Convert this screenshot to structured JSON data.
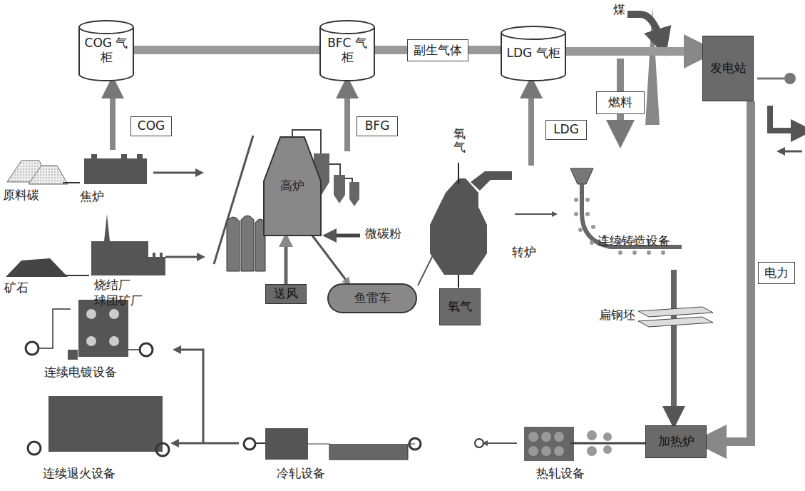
{
  "diagram": {
    "nodes": [
      {
        "text": [
          "COG 气柜"
        ]
      },
      {
        "text": [
          "BFC 气柜"
        ]
      },
      {
        "text": [
          "LDG 气柜"
        ]
      },
      {
        "text": [
          "发电站"
        ]
      },
      {
        "text": [
          "燃料"
        ]
      },
      {
        "text": [
          "COG"
        ]
      },
      {
        "text": [
          "BFG"
        ]
      },
      {
        "text": [
          "LDG"
        ]
      },
      {
        "text": [
          "高炉"
        ]
      },
      {
        "text": [
          "送风"
        ]
      },
      {
        "text": [
          "鱼雷车"
        ]
      },
      {
        "text": [
          "氧气"
        ]
      },
      {
        "text": [
          "加热炉"
        ]
      }
    ],
    "edges": [
      {
        "from": 0,
        "to": 1,
        "arrow": "none"
      },
      {
        "from": 1,
        "to": 2,
        "arrow": "none",
        "label": "副生气体"
      },
      {
        "from": 2,
        "to": 3,
        "arrow": "to"
      },
      {
        "from": 3,
        "to": 12,
        "arrow": "to",
        "label": "电力"
      },
      {
        "from": 9,
        "to": 8,
        "arrow": "to"
      },
      {
        "from": 8,
        "to": 10,
        "arrow": "to"
      }
    ],
    "labels": [
      "煤",
      "原料碳",
      "焦炉",
      "矿石",
      "烧结厂",
      "球团矿厂",
      "微碳粉",
      "氧气",
      "转炉",
      "连续铸造设备",
      "扁钢坯",
      "连续电镀设备",
      "连续退火设备",
      "冷轧设备",
      "热轧设备"
    ]
  }
}
